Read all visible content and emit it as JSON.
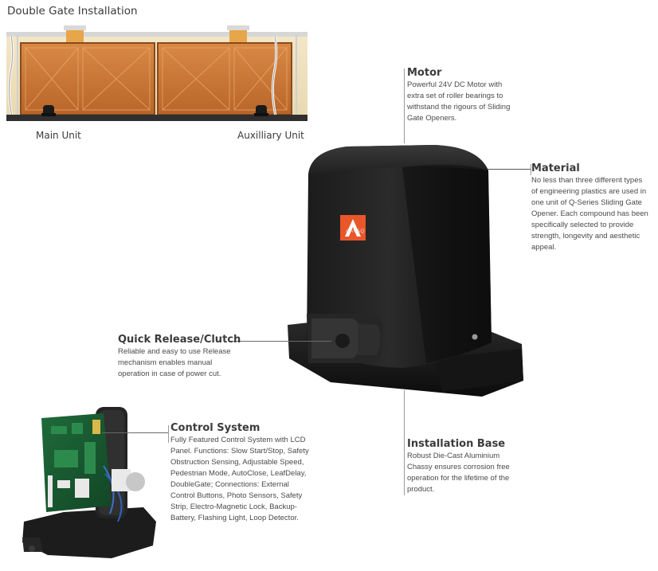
{
  "gate": {
    "title": "Double Gate Installation",
    "main_unit_label": "Main Unit",
    "aux_unit_label": "Auxilliary Unit"
  },
  "logo": {
    "text": "AAVAQ",
    "color": "#e8562a"
  },
  "features": {
    "motor": {
      "title": "Motor",
      "lines": [
        "Powerful 24V DC Motor with",
        "extra set of roller bearings to",
        "withstand the rigours of Sliding",
        "Gate Openers."
      ]
    },
    "material": {
      "title": "Material",
      "lines": [
        "No less than three different types",
        "of engineering plastics are used in",
        "one unit of Q-Series Sliding Gate",
        "Opener. Each compound has been",
        "specifically selected to provide",
        "strength, longevity and aesthetic",
        "appeal."
      ]
    },
    "quick_release": {
      "title": "Quick Release/Clutch",
      "lines": [
        "Reliable and easy to use Release",
        "mechanism enables manual",
        "operation in case of power cut."
      ]
    },
    "control_system": {
      "title": "Control System",
      "lines": [
        "Fully Featured Control System with LCD",
        "Panel. Functions: Slow Start/Stop, Safety",
        "Obstruction Sensing, Adjustable Speed,",
        "Pedestrian Mode, AutoClose, LeafDelay,",
        "DoubleGate; Connections: External",
        "Control Buttons, Photo Sensors, Safety",
        "Strip, Electro-Magnetic Lock, Backup-",
        "Battery, Flashing Light, Loop Detector."
      ]
    },
    "installation_base": {
      "title": "Installation Base",
      "lines": [
        "Robust Die-Cast Aluminium",
        "Chassy ensures corrosion free",
        "operation for the lifetime of the",
        "product."
      ]
    }
  }
}
